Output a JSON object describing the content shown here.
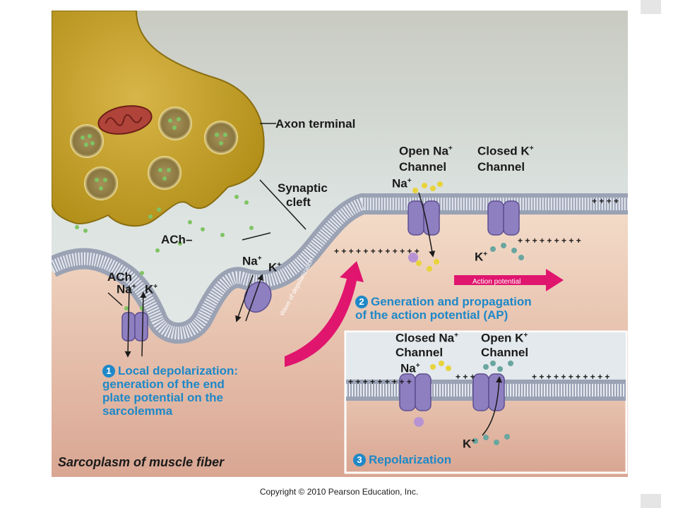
{
  "labels": {
    "axon_terminal": "Axon terminal",
    "synaptic": "Synaptic",
    "cleft": "cleft",
    "ach_release": "ACh–",
    "ach_bound": "ACh",
    "na": "Na",
    "k": "K",
    "plus": "+",
    "open_na_l1": "Open Na",
    "open_na_l2": "Channel",
    "closed_k_l1": "Closed K",
    "closed_k_l2": "Channel",
    "closed_na_l1": "Closed Na",
    "closed_na_l2": "Channel",
    "open_k_l1": "Open K",
    "open_k_l2": "Channel",
    "action_potential": "Action potential",
    "wave": "Wave of depolarization",
    "sarcoplasm": "Sarcoplasm of muscle fiber"
  },
  "steps": [
    {
      "num": "1",
      "l1": "Local depolarization:",
      "l2": "generation of the end",
      "l3": "plate potential on the",
      "l4": "sarcolemma"
    },
    {
      "num": "2",
      "l1": "Generation and propagation",
      "l2": "of the action potential (AP)"
    },
    {
      "num": "3",
      "l1": "Repolarization"
    }
  ],
  "copyright": "Copyright © 2010 Pearson Education, Inc.",
  "colors": {
    "accent_blue": "#1e88c8",
    "channel": "#8e7fc0",
    "arrow_pink": "#e0156e",
    "axon": "#c9a21a"
  }
}
